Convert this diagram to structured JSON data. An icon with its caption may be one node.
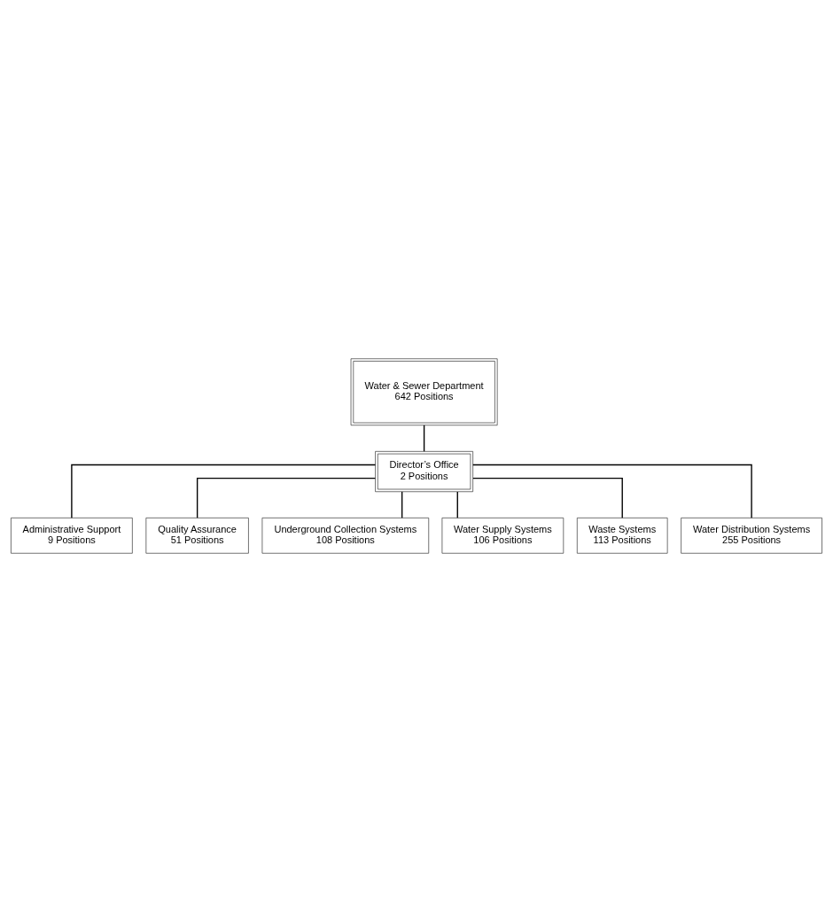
{
  "diagram": {
    "nodes": [
      {
        "text": [
          "Water & Sewer Department",
          "642 Positions"
        ]
      },
      {
        "text": [
          "Director’s Office",
          "2 Positions"
        ]
      },
      {
        "text": [
          "Administrative Support",
          "9 Positions"
        ]
      },
      {
        "text": [
          "Quality Assurance",
          "51 Positions"
        ]
      },
      {
        "text": [
          "Underground Collection Systems",
          "108 Positions"
        ]
      },
      {
        "text": [
          "Water Supply Systems",
          "106 Positions"
        ]
      },
      {
        "text": [
          "Waste Systems",
          "113 Positions"
        ]
      },
      {
        "text": [
          "Water Distribution Systems",
          "255 Positions"
        ]
      }
    ],
    "edges": [
      {
        "from": 0,
        "to": 1,
        "arrow": "none"
      },
      {
        "from": 1,
        "to": 2,
        "arrow": "none"
      },
      {
        "from": 1,
        "to": 3,
        "arrow": "none"
      },
      {
        "from": 1,
        "to": 4,
        "arrow": "none"
      },
      {
        "from": 1,
        "to": 5,
        "arrow": "none"
      },
      {
        "from": 1,
        "to": 6,
        "arrow": "none"
      },
      {
        "from": 1,
        "to": 7,
        "arrow": "none"
      }
    ]
  }
}
